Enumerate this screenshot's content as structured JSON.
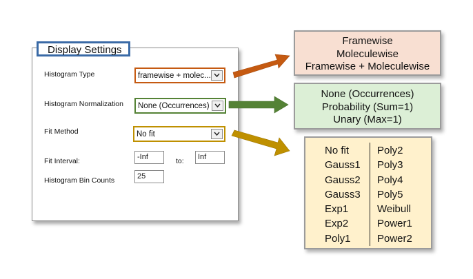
{
  "panel": {
    "title": "Display Settings",
    "histogram_type": {
      "label": "Histogram Type",
      "value": "framewise + molec..."
    },
    "histogram_normalization": {
      "label": "Histogram Normalization",
      "value": "None (Occurrences)"
    },
    "fit_method": {
      "label": "Fit Method",
      "value": "No fit"
    },
    "fit_interval": {
      "label": "Fit Interval:",
      "from": "-Inf",
      "to_label": "to:",
      "to": "Inf"
    },
    "bin_counts": {
      "label": "Histogram Bin Counts",
      "value": "25"
    }
  },
  "options": {
    "histogram_type": [
      "Framewise",
      "Moleculewise",
      "Framewise + Moleculewise"
    ],
    "normalization": [
      "None (Occurrences)",
      "Probability (Sum=1)",
      "Unary (Max=1)"
    ],
    "fit_methods_left": [
      "No fit",
      "Gauss1",
      "Gauss2",
      "Gauss3",
      "Exp1",
      "Exp2",
      "Poly1"
    ],
    "fit_methods_right": [
      "Poly2",
      "Poly3",
      "Poly4",
      "Poly5",
      "Weibull",
      "Power1",
      "Power2"
    ]
  },
  "colors": {
    "histogram_type_accent": "#c55a11",
    "normalization_accent": "#548235",
    "fit_method_accent": "#bf9000",
    "title_border": "#3a6aa6"
  }
}
